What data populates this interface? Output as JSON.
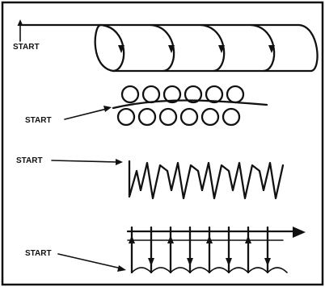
{
  "figure": {
    "labels": {
      "row1": "START",
      "row2": "START",
      "row3": "START",
      "row4": "START"
    },
    "rows": [
      {
        "pattern": "semicircle-loops-with-arrows",
        "count": 5
      },
      {
        "pattern": "overlapping-circles-two-rows",
        "count": 12
      },
      {
        "pattern": "zigzag-w",
        "count": 5
      },
      {
        "pattern": "vertical-strokes-with-arrows",
        "count": 8
      }
    ],
    "colors": {
      "ink": "#111111",
      "background": "#ffffff"
    }
  }
}
